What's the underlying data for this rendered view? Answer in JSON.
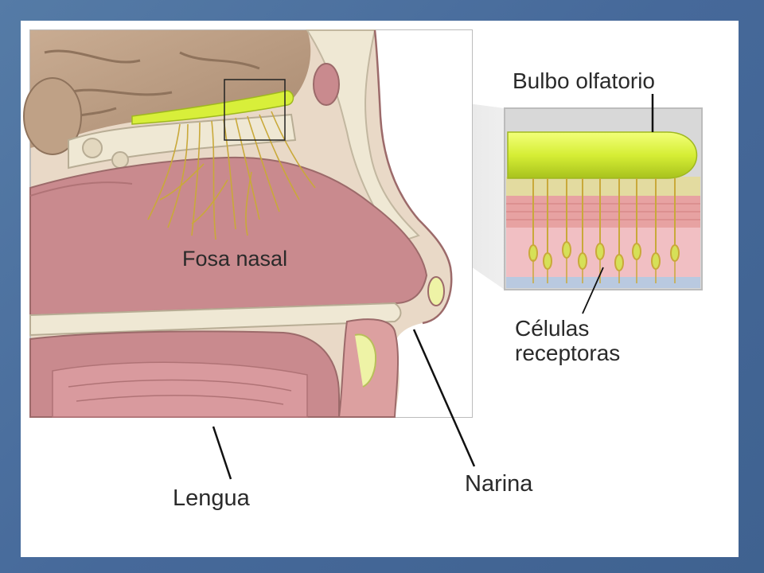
{
  "labels": {
    "fosa_nasal": "Fosa nasal",
    "bulbo_olfatorio": "Bulbo olfatorio",
    "celulas_line1": "Células",
    "celulas_line2": "receptoras",
    "narina": "Narina",
    "lengua": "Lengua"
  },
  "colors": {
    "frame_blue": "#4a6f9a",
    "bulb_green": "#d8ef3a",
    "nerve_yellow": "#c9a93a",
    "tissue_pink": "#c98a8e",
    "bone": "#efe8d4",
    "brain": "#b89a80"
  }
}
